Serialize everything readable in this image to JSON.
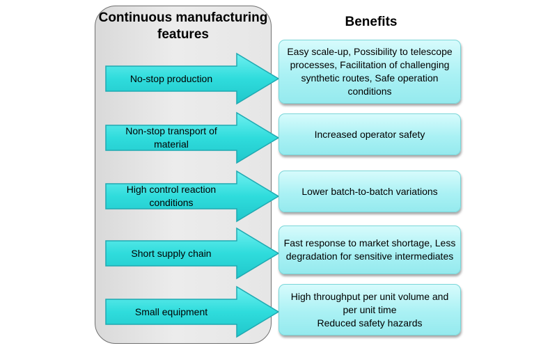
{
  "headings": {
    "features": "Continuous manufacturing features",
    "benefits": "Benefits"
  },
  "features": [
    {
      "label": "No-stop production"
    },
    {
      "label": "Non-stop transport of material"
    },
    {
      "label": "High control reaction conditions"
    },
    {
      "label": "Short supply chain"
    },
    {
      "label": "Small equipment"
    }
  ],
  "benefits": [
    {
      "text": "Easy scale-up, Possibility to telescope processes, Facilitation of challenging synthetic routes, Safe operation conditions"
    },
    {
      "text": "Increased operator safety"
    },
    {
      "text": "Lower batch-to-batch variations"
    },
    {
      "text": "Fast response to market shortage, Less degradation for sensitive intermediates"
    },
    {
      "text": "High throughput per unit volume and per unit time\nReduced safety hazards"
    }
  ],
  "colors": {
    "arrow_fill": "#2fdcdc",
    "arrow_stroke": "#1fa9b1",
    "benefit_fill": "#aaf1f4",
    "panel_fill": "#e3e3e3"
  }
}
